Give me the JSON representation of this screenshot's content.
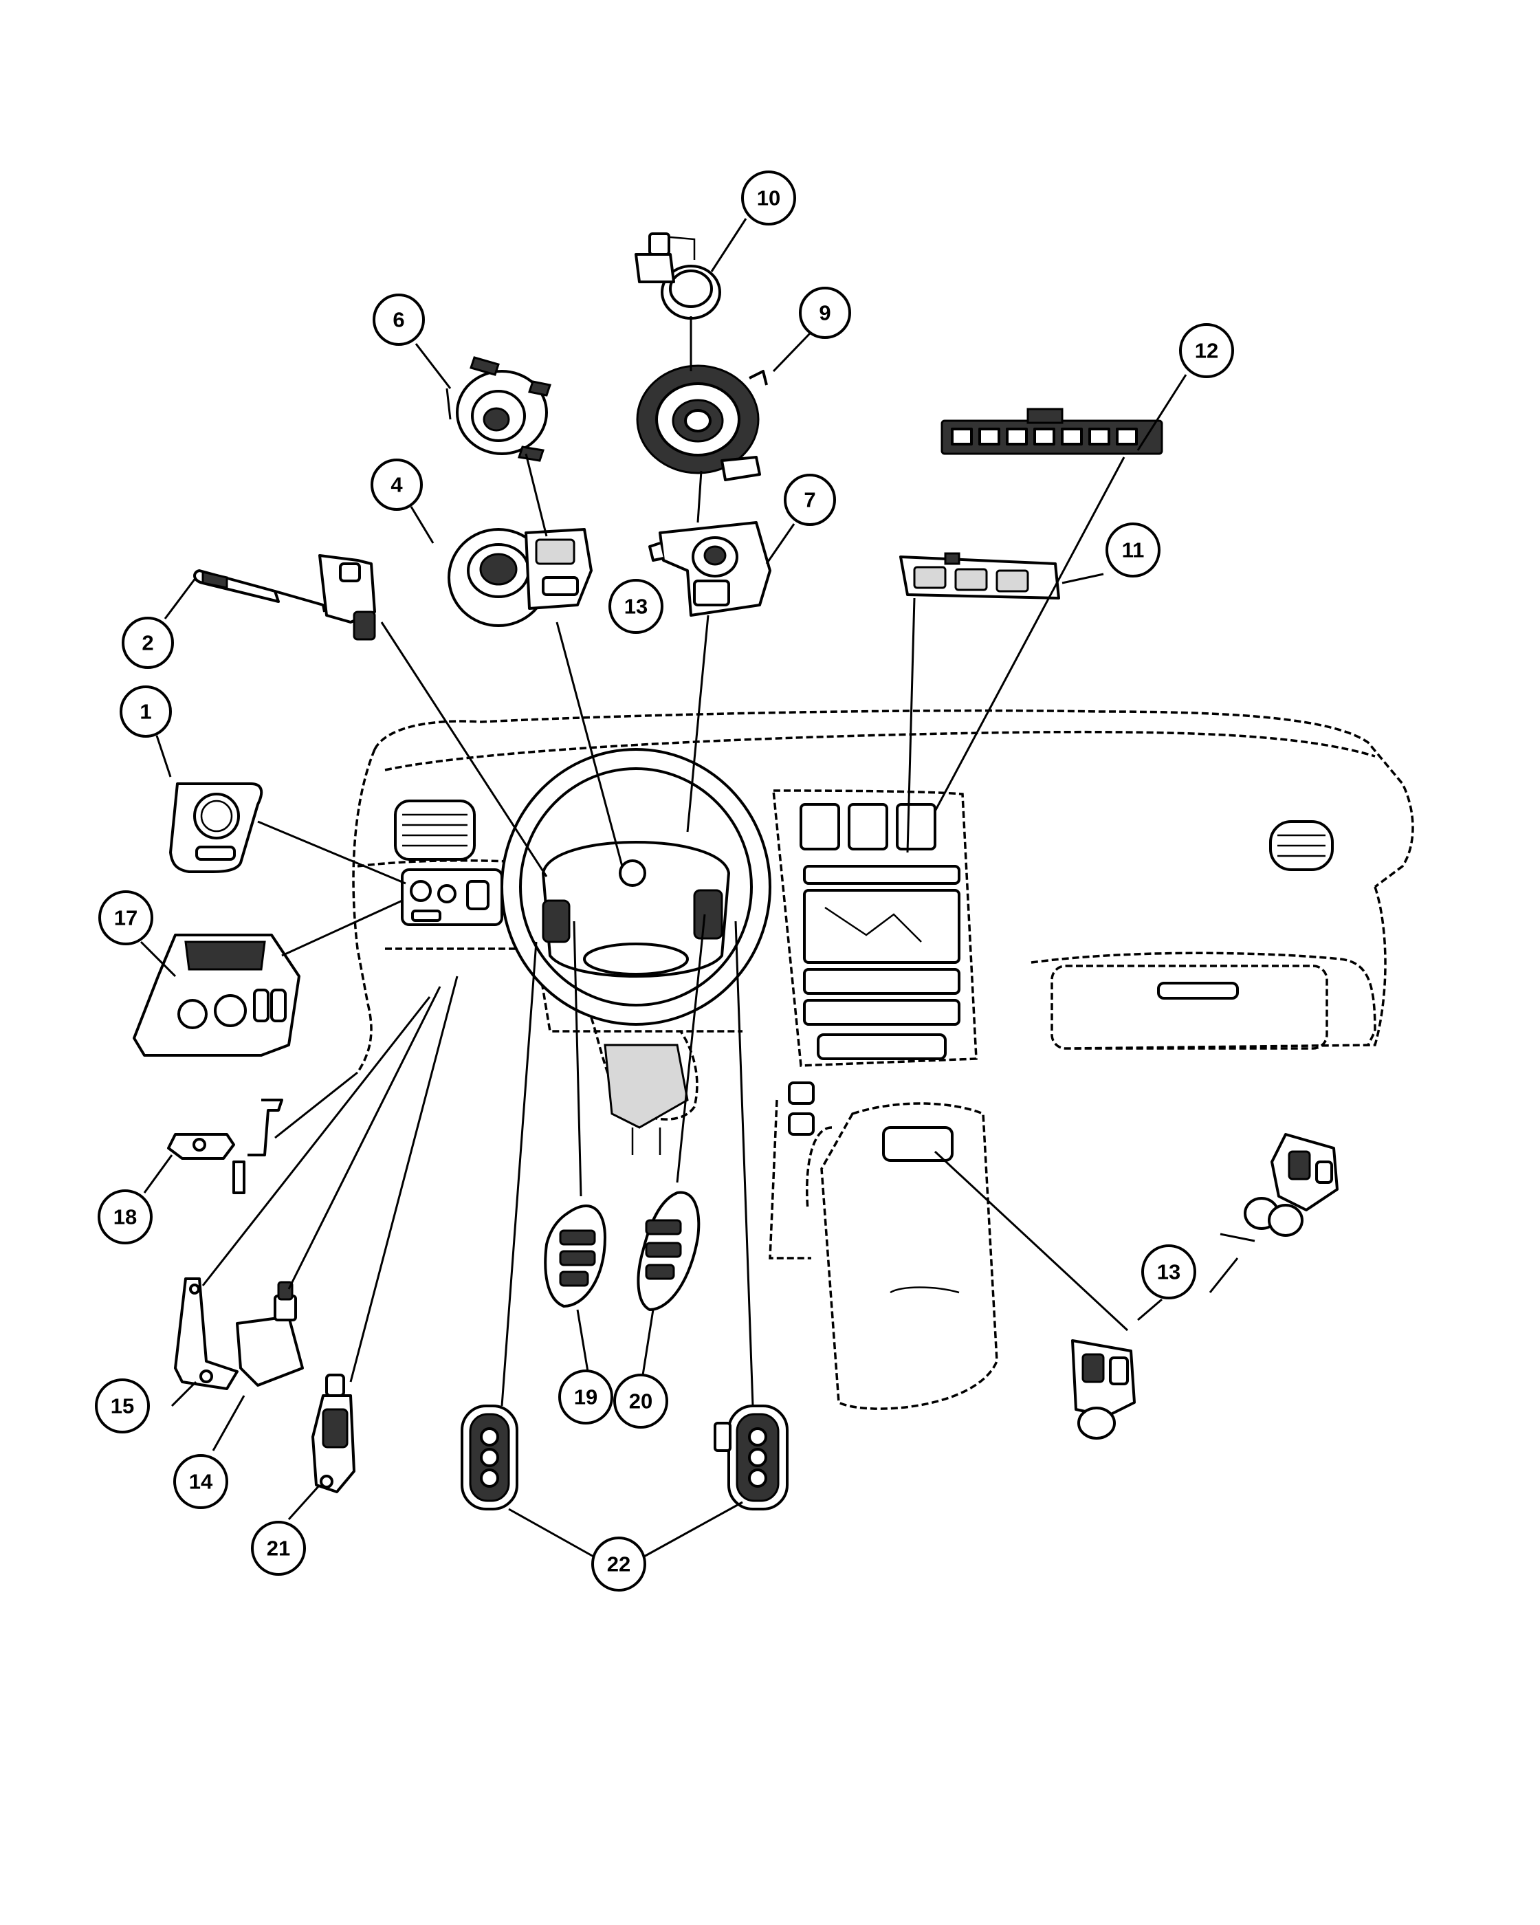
{
  "diagram": {
    "callouts": [
      {
        "key": "c1",
        "label": "1"
      },
      {
        "key": "c2",
        "label": "2"
      },
      {
        "key": "c4",
        "label": "4"
      },
      {
        "key": "c6",
        "label": "6"
      },
      {
        "key": "c7",
        "label": "7"
      },
      {
        "key": "c9",
        "label": "9"
      },
      {
        "key": "c10",
        "label": "10"
      },
      {
        "key": "c11",
        "label": "11"
      },
      {
        "key": "c12",
        "label": "12"
      },
      {
        "key": "c13a",
        "label": "13"
      },
      {
        "key": "c13b",
        "label": "13"
      },
      {
        "key": "c14",
        "label": "14"
      },
      {
        "key": "c15",
        "label": "15"
      },
      {
        "key": "c17",
        "label": "17"
      },
      {
        "key": "c18",
        "label": "18"
      },
      {
        "key": "c19",
        "label": "19"
      },
      {
        "key": "c20",
        "label": "20"
      },
      {
        "key": "c21",
        "label": "21"
      },
      {
        "key": "c22",
        "label": "22"
      }
    ]
  }
}
